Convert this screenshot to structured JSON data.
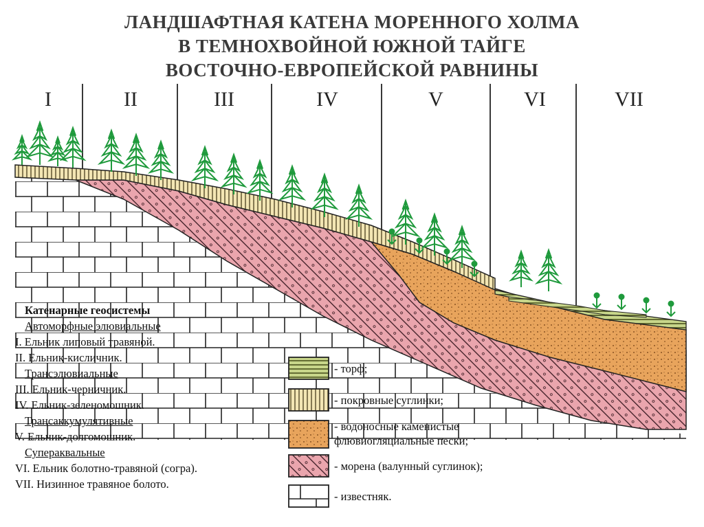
{
  "title": {
    "line1": "ЛАНДШАФТНАЯ КАТЕНА МОРЕННОГО ХОЛМА",
    "line2": "В ТЕМНОХВОЙНОЙ ЮЖНОЙ ТАЙГЕ",
    "line3": "ВОСТОЧНО-ЕВРОПЕЙСКОЙ РАВНИНЫ"
  },
  "zones": [
    "I",
    "II",
    "III",
    "IV",
    "V",
    "VI",
    "VII"
  ],
  "catena_legend": {
    "heading": "Катенарные геосистемы",
    "groups": [
      {
        "name": "Автоморфные элювиальные",
        "items": [
          "I. Ельник липовый травяной.",
          "II. Ельник-кисличник."
        ]
      },
      {
        "name": "Трансэлювиальные",
        "items": [
          "III. Ельник-черничник.",
          "IV. Ельник-зеленомошник."
        ]
      },
      {
        "name": "Трансаккумулятивные",
        "items": [
          "V. Ельник-долгомошник."
        ]
      },
      {
        "name": "Супераквальные",
        "items": [
          "VI. Ельник болотно-травяной (согра).",
          "VII. Низинное травяное болото."
        ]
      }
    ]
  },
  "layer_legend": [
    {
      "label": "- торф;",
      "color": "#c8d68a"
    },
    {
      "label": "- покровные суглинки;",
      "color": "#f3e6b4"
    },
    {
      "label": "- водоносные каменистые",
      "label2": "флювиогляциальные пески;",
      "color": "#e8a45c"
    },
    {
      "label": "- морена (валунный суглинок);",
      "color": "#eaa5ad"
    },
    {
      "label": "- известняк.",
      "color": "#ffffff"
    }
  ],
  "colors": {
    "tree": "#1f9a3c",
    "peat": "#c8d68a",
    "loam": "#f3e6b4",
    "sand": "#e8a45c",
    "moraine": "#eaa5ad",
    "line": "#222222"
  }
}
